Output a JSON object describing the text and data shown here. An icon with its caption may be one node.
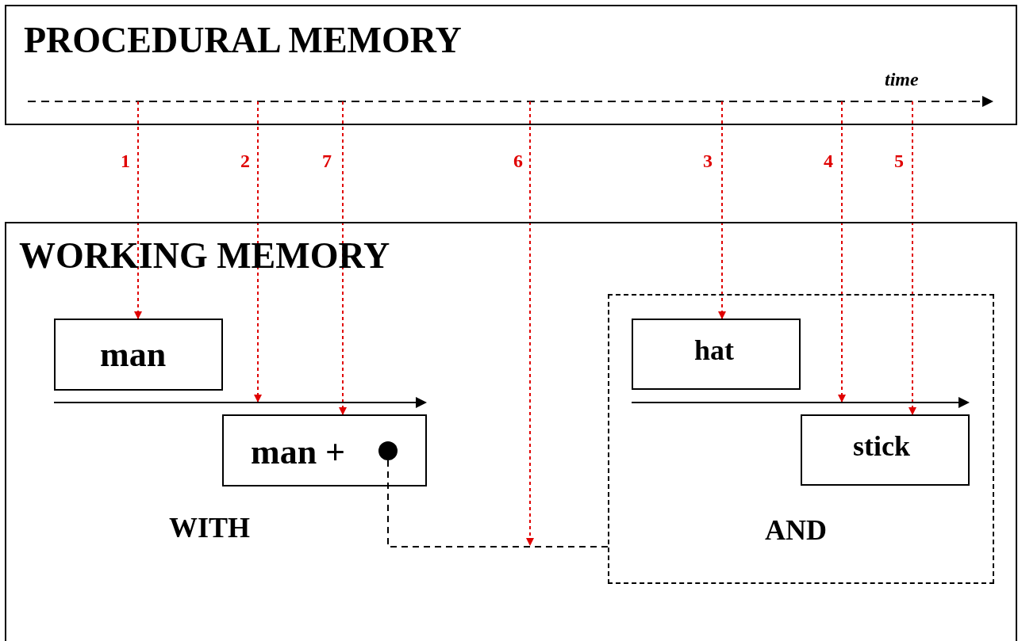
{
  "diagram": {
    "nodes": [
      {
        "text": [
          "PROCEDURAL MEMORY"
        ]
      },
      {
        "text": [
          "WORKING MEMORY"
        ]
      },
      {
        "text": [
          "man"
        ],
        "in": 1
      },
      {
        "text": [
          "man +"
        ],
        "in": 1
      },
      {
        "text": [],
        "shape": "circle",
        "in": 3
      },
      {
        "text": [
          "AND"
        ],
        "in": 1
      },
      {
        "text": [
          "hat"
        ],
        "in": 5
      },
      {
        "text": [
          "stick"
        ],
        "in": 5
      },
      {
        "text": [],
        "shape": "arrow",
        "in": 1
      },
      {
        "text": [],
        "shape": "arrow",
        "in": 5
      }
    ],
    "edges": [
      {
        "from": 0,
        "to": 2,
        "arrow": "to",
        "label": "1",
        "style": "dashed"
      },
      {
        "from": 0,
        "to": 8,
        "arrow": "to",
        "label": "2",
        "style": "dashed"
      },
      {
        "from": 0,
        "to": 3,
        "arrow": "to",
        "label": "7",
        "style": "dashed"
      },
      {
        "from": 0,
        "to": null,
        "arrow": "to",
        "label": "6",
        "style": "dashed"
      },
      {
        "from": 0,
        "to": 6,
        "arrow": "to",
        "label": "3",
        "style": "dashed"
      },
      {
        "from": 0,
        "to": 9,
        "arrow": "to",
        "label": "4",
        "style": "dashed"
      },
      {
        "from": 0,
        "to": 7,
        "arrow": "to",
        "label": "5",
        "style": "dashed"
      },
      {
        "from": 4,
        "to": 5,
        "arrow": "none",
        "style": "dashed",
        "color": "#000000"
      }
    ],
    "labels": [
      "time",
      "WITH"
    ]
  }
}
